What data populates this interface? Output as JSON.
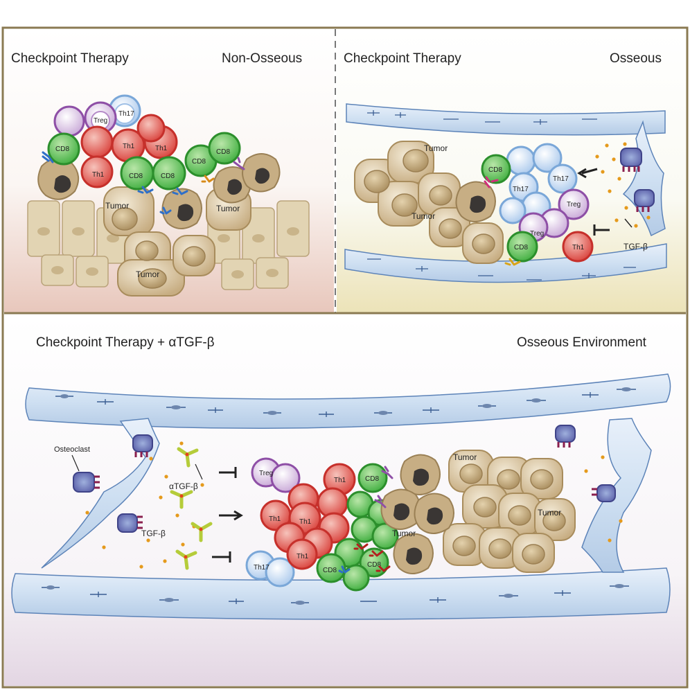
{
  "panels": {
    "top_left": {
      "title": "Checkpoint Therapy",
      "subtitle": "Non-Osseous"
    },
    "top_right": {
      "title": "Checkpoint Therapy",
      "subtitle": "Osseous"
    },
    "bottom": {
      "title": "Checkpoint Therapy + αTGF-β",
      "subtitle": "Osseous Environment"
    }
  },
  "cell_labels": {
    "cd8": "CD8",
    "th1": "Th1",
    "th17": "Th17",
    "treg": "Treg",
    "tumor": "Tumor",
    "osteoclast": "Osteoclast",
    "tgfb": "TGF-β",
    "atgfb": "αTGF-β"
  },
  "colors": {
    "frame": "#8a7a52",
    "cd8": "#3fae3f",
    "th1": "#d9403a",
    "th17": "#7aa7d8",
    "treg": "#8e4fa6",
    "tumor": "#cdb78f",
    "bone": "#cfe0f2",
    "tgfb_dot": "#e59a1c",
    "antibody": "#b5cc3a"
  }
}
